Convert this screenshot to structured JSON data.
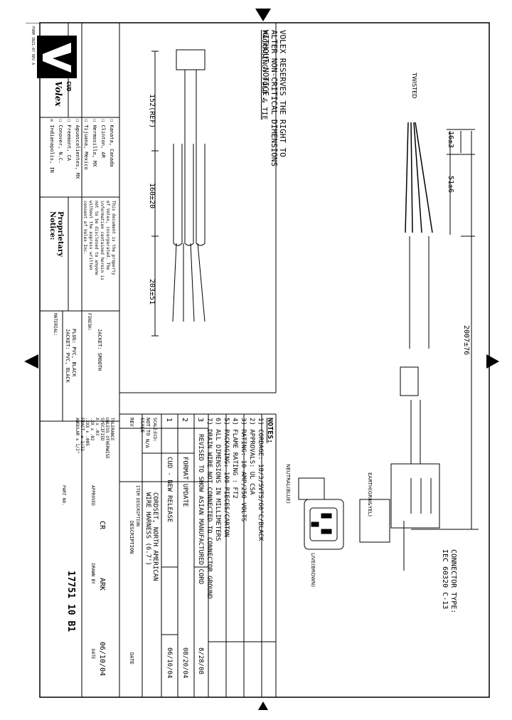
{
  "disclaimer": "VOLEX RESERVES THE RIGHT TO\nALTER NON-CRITICAL DIMENSIONS\nWITHOUT NOTICE.",
  "packaging_header": "PACKAGING: FOLD & TIE",
  "drawing": {
    "twisted_label": "TWISTED",
    "dim_twist": "16±3",
    "dim_strip": "51±6",
    "dim_overall": "2007±76",
    "connector_label": "CONNECTOR TYPE:\nIEC 60320 C-13",
    "earth_label": "EARTH(GRN&YEL)",
    "neutral_label": "NEUTRAL(BLUE)",
    "live_label": "LIVE(BROWN)",
    "pkg_dim_ref": "152(REF)",
    "pkg_dim_loop": "160±20",
    "pkg_dim_tail": "203±51"
  },
  "notes": {
    "title": "NOTES:",
    "items": [
      "1) CORDAGE: 18/3/SVTS/60°C/BLACK",
      "2) APPROVALS: UL CSA",
      "3) RATING: 10 AMP/250 VOLTS",
      "4) FLAME RATING : FT2",
      "5) PACKAGING: 100 PIECES/CARTON",
      "6) ALL DIMENSIONS IN MILLIMETERS",
      "7) DRAIN WIRE NOT CONNECTED TO CONNECTOR GROUND"
    ]
  },
  "revisions": [
    {
      "rev": "3",
      "text": "REVISED TO SHOW ASIAN MANUFACTURED CORD",
      "date": "8/28/08"
    },
    {
      "rev": "2",
      "text": "FORMAT UPDATE",
      "date": "08/20/04"
    },
    {
      "rev": "1",
      "text": "CUD - NEW RELEASE",
      "date": "06/10/04"
    }
  ],
  "rev_headers": {
    "rev": "REV",
    "description": "DESCRIPTION",
    "date": "DATE"
  },
  "title_block": {
    "scale_label": "SCALE:",
    "scale_value": "NOT TO\nSCALE",
    "ecd_label": "ECD:",
    "ecd_value": "N/A",
    "item_desc_label": "ITEM DESCRIPTION",
    "item_desc": "CORDSET, NORTH AMERICAN\nWIRE HARNESS (6.7')",
    "approved_label": "APPROVED",
    "approved_value": "CR",
    "drawn_label": "DRAWN BY",
    "drawn_value": "ARK",
    "date_label": "DATE",
    "date_value": "06/10/04",
    "part_label": "PART NO.",
    "part_value": "17751 10 B1",
    "tolerance": "TOLERANCE\nUNLESS OTHERWISE\nSPECIFIED\nX ± .03\n.XX ± .02\n.XXX ± .005\nFRACT. ± 1/32\nANGULAR ± 1/2°"
  },
  "material": {
    "label": "MATERIAL:",
    "text": "PLUG: PVC, BLACK\nJACKET: PVC, BLACK",
    "finish_label": "FINISH:",
    "finish_text": "JACKET: SMOOTH"
  },
  "proprietary": {
    "title": "Proprietary\nNotice:",
    "text": "This document is the property\nof Volex, incorporated. The\ninformation contained herein is\nnot to be disclosed to anyone\nwithout the express written\nconsent of Volex Inc."
  },
  "locations": [
    {
      "name": "Indianapolis, IN",
      "checked": true
    },
    {
      "name": "Conover, N.C.",
      "checked": false
    },
    {
      "name": "Freemont, CA",
      "checked": false
    },
    {
      "name": "Aguascalientes, MX",
      "checked": false
    },
    {
      "name": "Tijuana, Mexico",
      "checked": false
    },
    {
      "name": "Hermosillo, MX",
      "checked": false
    },
    {
      "name": "Clinton, AR",
      "checked": false
    },
    {
      "name": "Kanata, Canada",
      "checked": false
    }
  ],
  "logo": {
    "brand": "Volex",
    "sub": "CUD"
  },
  "form_id": "FORM INZ1-07 REV A"
}
